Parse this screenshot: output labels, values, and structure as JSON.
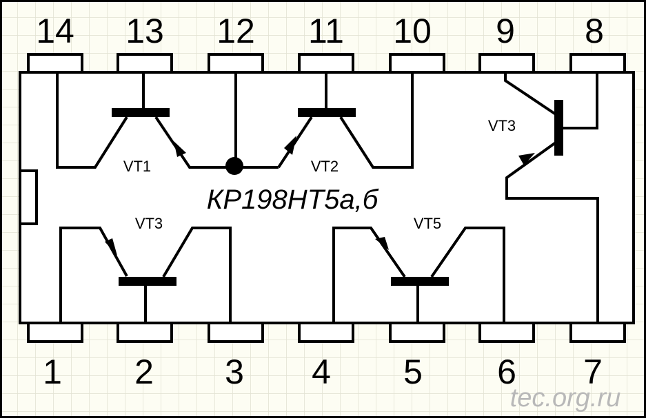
{
  "title": "КР198НТ5а,б",
  "watermark": "tec.org.ru",
  "pins_top": [
    "14",
    "13",
    "12",
    "11",
    "10",
    "9",
    "8"
  ],
  "pins_bottom": [
    "1",
    "2",
    "3",
    "4",
    "5",
    "6",
    "7"
  ],
  "transistors": {
    "vt1": "VT1",
    "vt2": "VT2",
    "vt3_right": "VT3",
    "vt3_bottom": "VT3",
    "vt5": "VT5"
  },
  "colors": {
    "background": "#fdfdf3",
    "grid": "#e2e2d2",
    "ink": "#000000",
    "watermark": "#b8b8b8"
  }
}
